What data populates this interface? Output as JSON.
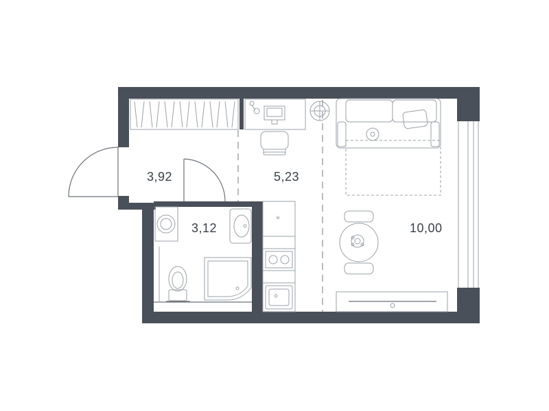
{
  "plan": {
    "rooms": [
      {
        "id": "hall",
        "area": "3,92"
      },
      {
        "id": "kitchen",
        "area": "5,23"
      },
      {
        "id": "bathroom",
        "area": "3,12"
      },
      {
        "id": "living",
        "area": "10,00"
      }
    ],
    "colors": {
      "wall": "#4a5059",
      "line": "#9aa0a8",
      "text": "#3a4049"
    },
    "icons": [
      "door-swing-icon",
      "wardrobe-icon",
      "sofa-icon",
      "round-table-icon",
      "toilet-icon",
      "washbasin-icon",
      "shower-tray-icon",
      "washing-machine-icon",
      "cooktop-icon",
      "kitchen-sink-icon",
      "desk-icon",
      "chair-icon",
      "tv-stand-icon"
    ]
  }
}
